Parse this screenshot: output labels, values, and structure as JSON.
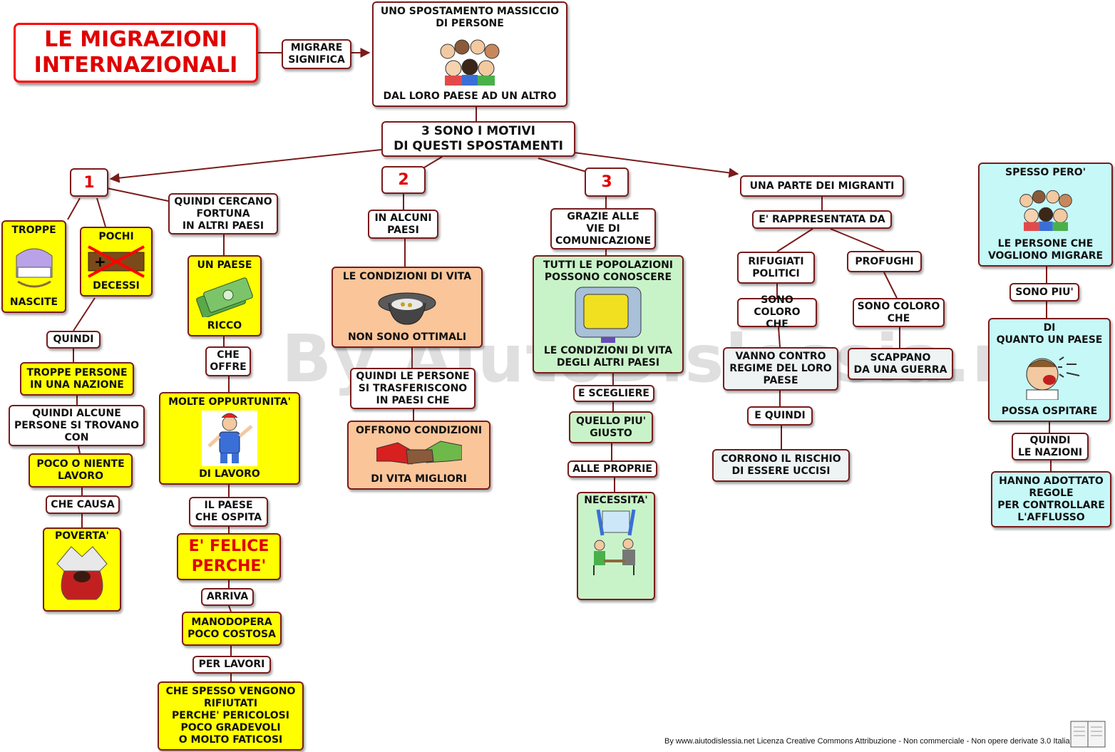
{
  "title": "LE MIGRAZIONI\nINTERNAZIONALI",
  "watermark": "By AiutoDislessia.net",
  "footer": "By www.aiutodislessia.net Licenza Creative Commons Attribuzione - Non commerciale - Non opere derivate 3.0 Italia",
  "colors": {
    "line": "#7a1b1b",
    "accent": "#e00000",
    "yellow": "#ffff00",
    "orange": "#fbc59a",
    "green": "#c8f3c8",
    "cyan": "#c6f8f8",
    "grey": "#eef3f4"
  },
  "nodes": {
    "migrare": "MIGRARE\nSIGNIFICA",
    "spostamento_top": "UNO SPOSTAMENTO MASSICCIO\nDI PERSONE",
    "spostamento_bottom": "DAL LORO PAESE AD UN ALTRO",
    "motivi": "3 SONO I MOTIVI\nDI QUESTI SPOSTAMENTI",
    "n1": "1",
    "n2": "2",
    "n3": "3",
    "troppe": "TROPPE",
    "nascite": "NASCITE",
    "pochi": "POCHI",
    "decessi": "DECESSI",
    "quindi1": "QUINDI",
    "troppe_persone": "TROPPE PERSONE\nIN UNA NAZIONE",
    "quindi_alcune": "QUINDI ALCUNE\nPERSONE SI TROVANO\nCON",
    "poco_lavoro": "POCO O NIENTE\nLAVORO",
    "che_causa": "CHE CAUSA",
    "poverta": "POVERTA'",
    "quindi_cercano": "QUINDI CERCANO\nFORTUNA\nIN ALTRI PAESI",
    "un_paese": "UN PAESE",
    "ricco": "RICCO",
    "che_offre": "CHE\nOFFRE",
    "molte_opp": "MOLTE OPPURTUNITA'",
    "di_lavoro": "DI LAVORO",
    "il_paese": "IL PAESE\nCHE OSPITA",
    "felice": "E' FELICE\nPERCHE'",
    "arriva": "ARRIVA",
    "manodopera": "MANODOPERA\nPOCO COSTOSA",
    "per_lavori": "PER LAVORI",
    "che_spesso": "CHE SPESSO VENGONO\nRIFIUTATI\nPERCHE' PERICOLOSI\nPOCO GRADEVOLI\nO MOLTO FATICOSI",
    "in_alcuni": "IN ALCUNI\nPAESI",
    "condizioni_vita": "LE CONDIZIONI DI VITA",
    "non_ottimali": "NON SONO OTTIMALI",
    "quindi_persone": "QUINDI LE PERSONE\nSI TRASFERISCONO\nIN PAESI CHE",
    "offrono": "OFFRONO CONDIZIONI",
    "vita_migliori": "DI VITA MIGLIORI",
    "grazie": "GRAZIE ALLE\nVIE DI\nCOMUNICAZIONE",
    "tutti": "TUTTI LE POPOLAZIONI\nPOSSONO CONOSCERE",
    "cond_altri": "LE CONDIZIONI DI VITA\nDEGLI ALTRI PAESI",
    "e_scegliere": "E SCEGLIERE",
    "quello": "QUELLO PIU'\nGIUSTO",
    "alle_proprie": "ALLE PROPRIE",
    "necessita": "NECESSITA'",
    "una_parte": "UNA PARTE DEI MIGRANTI",
    "rappresentata": "E' RAPPRESENTATA DA",
    "rifugiati": "RIFUGIATI\nPOLITICI",
    "profughi": "PROFUGHI",
    "sono_coloro1": "SONO\nCOLORO CHE",
    "sono_coloro2": "SONO COLORO\nCHE",
    "vanno_contro": "VANNO CONTRO\nREGIME DEL LORO\nPAESE",
    "scappano": "SCAPPANO\nDA UNA GUERRA",
    "e_quindi": "E QUINDI",
    "corrono": "CORRONO IL RISCHIO\nDI ESSERE UCCISI",
    "spesso_pero": "SPESSO PERO'",
    "le_persone": "LE PERSONE CHE\nVOGLIONO MIGRARE",
    "sono_piu": "SONO PIU'",
    "di_quanto": "DI\nQUANTO UN PAESE",
    "possa": "POSSA OSPITARE",
    "quindi_nazioni": "QUINDI\nLE NAZIONI",
    "hanno": "HANNO ADOTTATO\nREGOLE\nPER CONTROLLARE\nL'AFFLUSSO"
  }
}
